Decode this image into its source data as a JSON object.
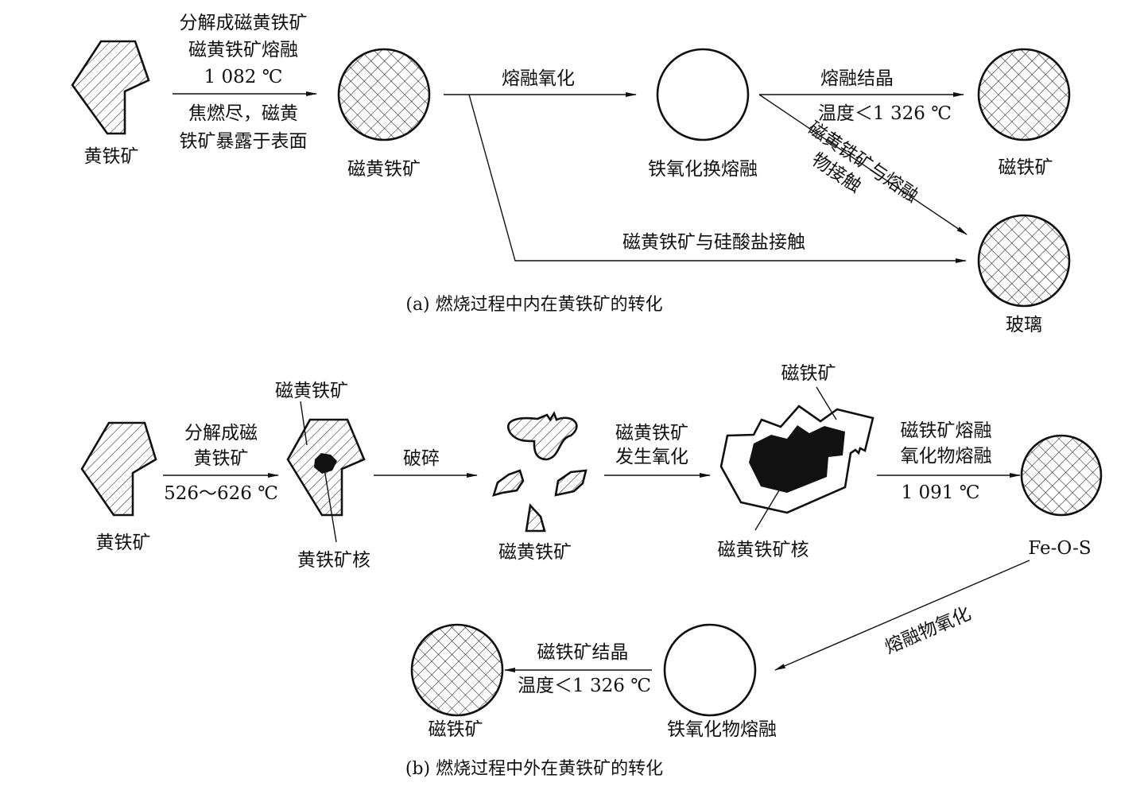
{
  "part_a": {
    "caption": "(a) 燃烧过程中内在黄铁矿的转化",
    "pyrite_label": "黄铁矿",
    "step1_above": [
      "分解成磁黄铁矿",
      "磁黄铁矿熔融",
      "1 082 ℃"
    ],
    "step1_below": [
      "焦燃尽，磁黄",
      "铁矿暴露于表面"
    ],
    "pyrrhotite_label": "磁黄铁矿",
    "melt_oxidation": "熔融氧化",
    "silicate_contact": "磁黄铁矿与硅酸盐接触",
    "iron_oxide_melt_label": "铁氧化换熔融",
    "melt_crystal": "熔融结晶",
    "temp_below": "温度＜1 326 ℃",
    "melt_contact": [
      "磁黄铁矿与熔融",
      "物接触"
    ],
    "magnetite_label": "磁铁矿",
    "glass_label": "玻璃"
  },
  "part_b": {
    "caption": "(b) 燃烧过程中外在黄铁矿的转化",
    "pyrite_label": "黄铁矿",
    "step1": [
      "分解成磁",
      "黄铁矿",
      "526～626 ℃"
    ],
    "pyrrhotite_label": "磁黄铁矿",
    "pyrite_core_label": "黄铁矿核",
    "crush": "破碎",
    "fragments_label": "磁黄铁矿",
    "oxidation": [
      "磁黄铁矿",
      "发生氧化"
    ],
    "magnetite_label": "磁铁矿",
    "pyrrhotite_core_label": "磁黄铁矿核",
    "melt_step": [
      "磁铁矿熔融",
      "氧化物熔融",
      "1 091 ℃"
    ],
    "feos_label": "Fe-O-S",
    "melt_oxidation": "熔融物氧化",
    "iron_oxide_melt_label": "铁氧化物熔融",
    "crystal_step": [
      "磁铁矿结晶",
      "温度＜1 326 ℃"
    ],
    "final_magnetite_label": "磁铁矿"
  }
}
